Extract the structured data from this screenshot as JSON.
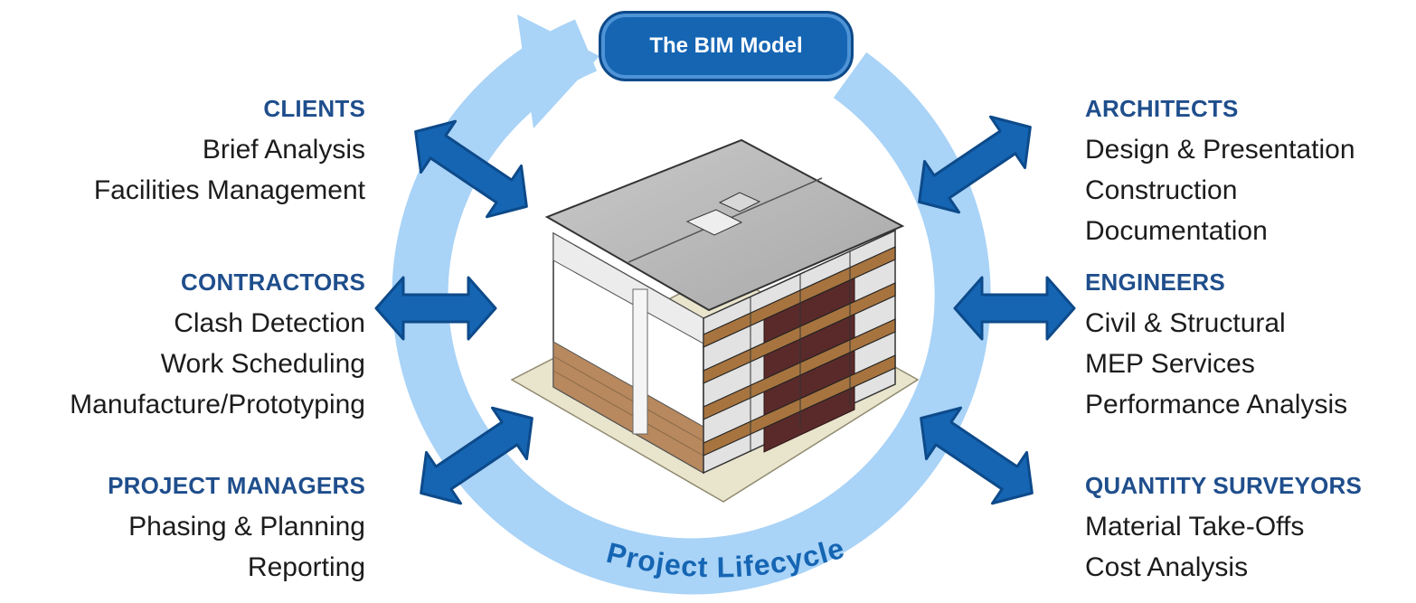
{
  "diagram": {
    "center_title": "The BIM Model",
    "cycle_label": "Project Lifecycle",
    "colors": {
      "ring": "#a9d3f7",
      "arrow": "#1565b3",
      "arrow_edge": "#0d4a8a",
      "heading": "#1f4e8c",
      "pill": "#1565b3"
    },
    "groups": [
      {
        "id": "clients",
        "side": "left",
        "heading": "CLIENTS",
        "items": [
          "Brief Analysis",
          "Facilities Management"
        ]
      },
      {
        "id": "contractors",
        "side": "left",
        "heading": "CONTRACTORS",
        "items": [
          "Clash Detection",
          "Work Scheduling",
          "Manufacture/Prototyping"
        ]
      },
      {
        "id": "project-managers",
        "side": "left",
        "heading": "PROJECT MANAGERS",
        "items": [
          "Phasing & Planning",
          "Reporting"
        ]
      },
      {
        "id": "architects",
        "side": "right",
        "heading": "ARCHITECTS",
        "items": [
          "Design & Presentation",
          "Construction",
          "Documentation"
        ]
      },
      {
        "id": "engineers",
        "side": "right",
        "heading": "ENGINEERS",
        "items": [
          "Civil & Structural",
          "MEP Services",
          "Performance Analysis"
        ]
      },
      {
        "id": "quantity-surveyors",
        "side": "right",
        "heading": "QUANTITY SURVEYORS",
        "items": [
          "Material Take-Offs",
          "Cost Analysis"
        ]
      }
    ]
  }
}
